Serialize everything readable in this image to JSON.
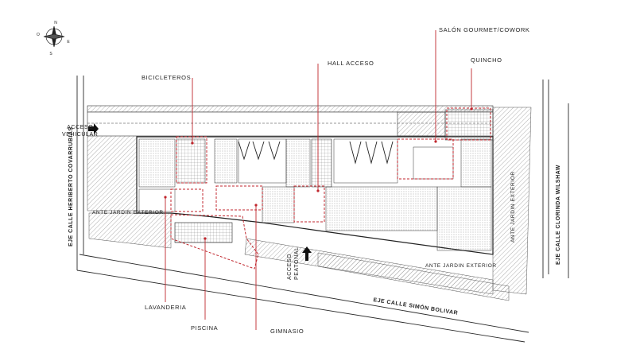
{
  "compass": {
    "n": "N",
    "s": "S",
    "e": "E",
    "o": "O"
  },
  "labels": {
    "salon_gourmet": "SALÓN GOURMET/COWORK",
    "quincho": "QUINCHO",
    "hall_acceso": "HALL ACCESO",
    "bicicleteros": "BICICLETEROS",
    "acceso_vehicular_1": "ACCESO",
    "acceso_vehicular_2": "VEHICULAR",
    "ante_jardin_left": "ANTE JARDIN EXTERIOR",
    "ante_jardin_right": "ANTE JARDIN EXTERIOR",
    "ante_jardin_bottom": "ANTE JARDIN EXTERIOR",
    "acceso_peatonal_1": "ACCESO",
    "acceso_peatonal_2": "PEATONAL",
    "lavanderia": "LAVANDERIA",
    "piscina": "PISCINA",
    "gimnasio": "GIMNASIO"
  },
  "streets": {
    "left": "EJE CALLE HERIBERTO COVARRUBIAS",
    "right": "EJE CALLE CLORINDA WILSHAW",
    "bottom": "EJE CALLE SIMÓN BOLIVAR"
  },
  "colors": {
    "accent": "#c0262d",
    "line": "#2a2a2a",
    "hatch": "#9a9a9a"
  }
}
